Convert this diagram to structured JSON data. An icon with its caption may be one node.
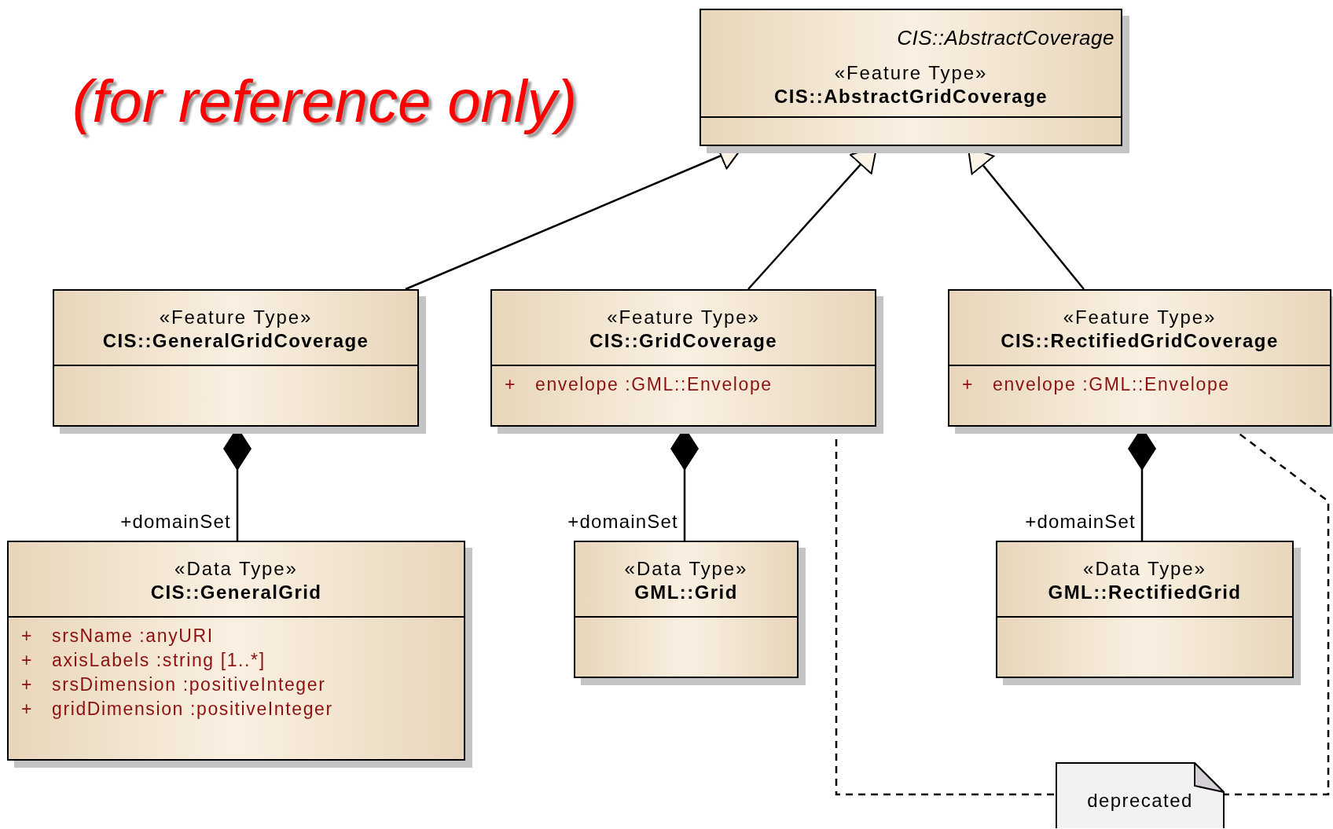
{
  "diagram": {
    "nodes": [
      {
        "text": [
          "CIS::AbstractCoverage",
          "«Feature Type»",
          "CIS::AbstractGridCoverage"
        ]
      },
      {
        "text": [
          "«Feature Type»",
          "CIS::GeneralGridCoverage"
        ]
      },
      {
        "text": [
          "«Feature Type»",
          "CIS::GridCoverage",
          "+ envelope :GML::Envelope"
        ]
      },
      {
        "text": [
          "«Feature Type»",
          "CIS::RectifiedGridCoverage",
          "+ envelope :GML::Envelope"
        ]
      },
      {
        "text": [
          "«Data Type»",
          "CIS::GeneralGrid",
          "+ srsName :anyURI",
          "+ axisLabels :string [1..*]",
          "+ srsDimension :positiveInteger",
          "+ gridDimension :positiveInteger"
        ]
      },
      {
        "text": [
          "«Data Type»",
          "GML::Grid"
        ]
      },
      {
        "text": [
          "«Data Type»",
          "GML::RectifiedGrid"
        ]
      },
      {
        "text": [
          "deprecated"
        ]
      }
    ],
    "edges": [
      {
        "from": 1,
        "to": 0,
        "arrow": "to"
      },
      {
        "from": 2,
        "to": 0,
        "arrow": "to"
      },
      {
        "from": 3,
        "to": 0,
        "arrow": "to"
      },
      {
        "from": 4,
        "to": 1,
        "arrow": "other",
        "label": "+domainSet"
      },
      {
        "from": 5,
        "to": 2,
        "arrow": "other",
        "label": "+domainSet"
      },
      {
        "from": 6,
        "to": 3,
        "arrow": "other",
        "label": "+domainSet"
      },
      {
        "from": 2,
        "to": 7,
        "arrow": "none",
        "style": "dashed"
      },
      {
        "from": 3,
        "to": 7,
        "arrow": "none",
        "style": "dashed"
      }
    ],
    "labels": [
      "(for reference only)"
    ]
  }
}
